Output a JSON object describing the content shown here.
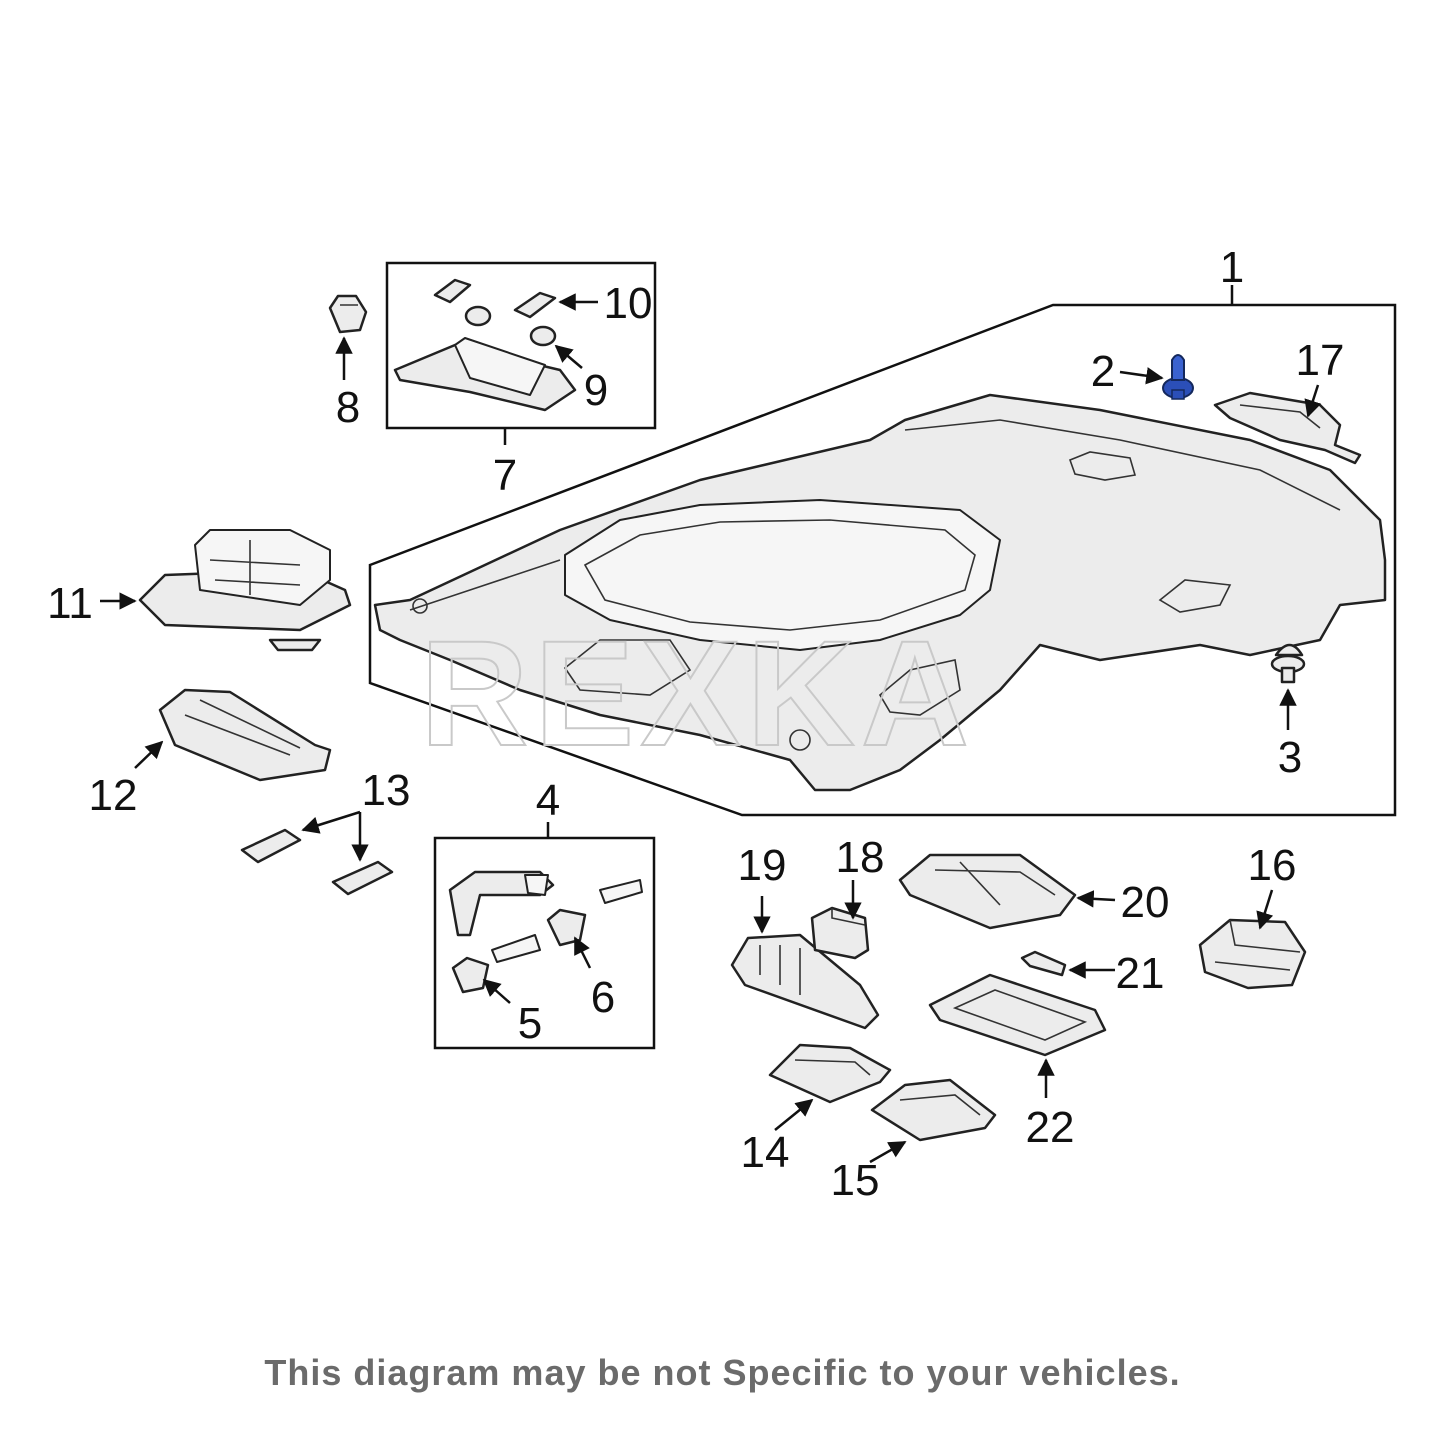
{
  "watermark": "REXKA",
  "callouts": {
    "n1": "1",
    "n2": "2",
    "n3": "3",
    "n4": "4",
    "n5": "5",
    "n6": "6",
    "n7": "7",
    "n8": "8",
    "n9": "9",
    "n10": "10",
    "n11": "11",
    "n12": "12",
    "n13": "13",
    "n14": "14",
    "n15": "15",
    "n16": "16",
    "n17": "17",
    "n18": "18",
    "n19": "19",
    "n20": "20",
    "n21": "21",
    "n22": "22"
  },
  "colors": {
    "highlight_part": "#2b4fb8",
    "line": "#111111",
    "disclaimer": "#6b6b6b"
  },
  "disclaimer": "This diagram may be not Specific to your vehicles."
}
